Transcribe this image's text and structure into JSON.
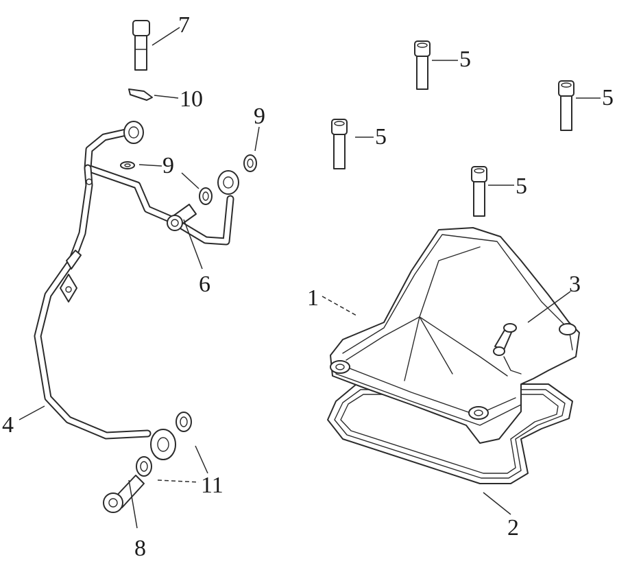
{
  "callouts": [
    {
      "id": "c1",
      "label": "1"
    },
    {
      "id": "c2",
      "label": "2"
    },
    {
      "id": "c3",
      "label": "3"
    },
    {
      "id": "c4",
      "label": "4"
    },
    {
      "id": "c5a",
      "label": "5"
    },
    {
      "id": "c5b",
      "label": "5"
    },
    {
      "id": "c5c",
      "label": "5"
    },
    {
      "id": "c5d",
      "label": "5"
    },
    {
      "id": "c6",
      "label": "6"
    },
    {
      "id": "c7",
      "label": "7"
    },
    {
      "id": "c8",
      "label": "8"
    },
    {
      "id": "c9a",
      "label": "9"
    },
    {
      "id": "c9b",
      "label": "9"
    },
    {
      "id": "c10",
      "label": "10"
    },
    {
      "id": "c11",
      "label": "11"
    }
  ],
  "parts": {
    "cover": "cylinder-head-cover",
    "gasket": "cover-gasket",
    "breather": "breather-nipple",
    "pipe": "oil-pipe",
    "bolts": "hex-socket-bolt",
    "union_bolt_upper": "union-bolt",
    "union_bolt_lower": "union-bolt",
    "washers": "sealing-washer",
    "clip": "pipe-clip"
  }
}
